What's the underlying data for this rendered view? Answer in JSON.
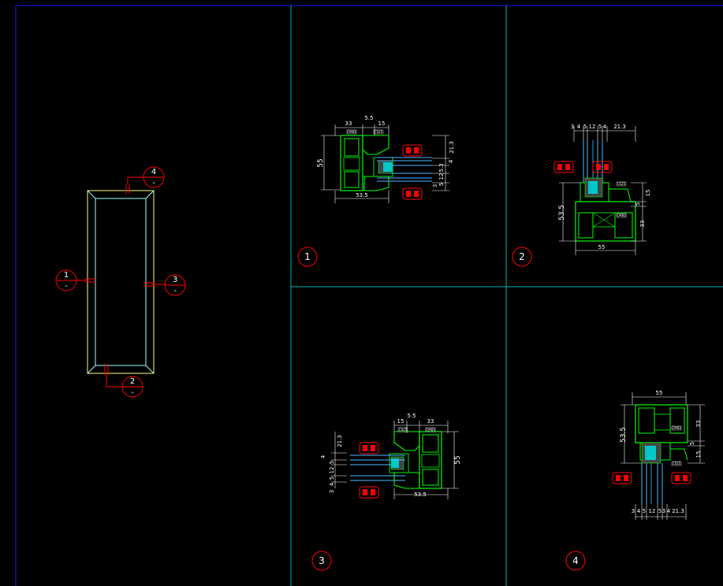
{
  "callouts": [
    {
      "number": "4",
      "sub": "-"
    },
    {
      "number": "1",
      "sub": "-"
    },
    {
      "number": "3",
      "sub": "-"
    },
    {
      "number": "2",
      "sub": "-"
    }
  ],
  "detail_labels": [
    "1",
    "2",
    "3",
    "4"
  ],
  "detail1": {
    "top_total": "33",
    "top_gap": "5.5",
    "top_right": "15",
    "left_height": "55",
    "bottom_total": "53.5",
    "right_stack": [
      "21.3",
      "4",
      "5.3",
      "12",
      "5",
      "3"
    ],
    "tags": [
      "CM83",
      "CS25"
    ]
  },
  "detail2": {
    "top_stack": [
      "3",
      "4",
      "5",
      "12",
      "5",
      "4",
      "21.3"
    ],
    "right_dims": [
      "15",
      "5",
      "33"
    ],
    "left_height": "53.5",
    "bottom_total": "55",
    "tags": [
      "CS25",
      "CM83"
    ]
  },
  "detail3": {
    "top_gap": "5.5",
    "top_left": "15",
    "top_total": "33",
    "right_height": "55",
    "bottom_total": "53.5",
    "left_stack": [
      "3",
      "4",
      "5",
      "12",
      "5",
      "4",
      "21.3"
    ],
    "tags": [
      "CS25",
      "CM83"
    ]
  },
  "detail4": {
    "top_total": "55",
    "left_height": "53.5",
    "right_dims": [
      "33",
      "5",
      "15"
    ],
    "bottom_stack": [
      "3",
      "4",
      "5",
      "12",
      "5",
      "3",
      "4",
      "21.3"
    ],
    "tags": [
      "CM83",
      "CS25"
    ]
  },
  "colors": {
    "background": "#000000",
    "frame": "#0000cc",
    "panel_lines": "#00b4b4",
    "callout": "#ff0000",
    "profile": "#00ff00",
    "glass": "#00ffff",
    "window_outer": "#ffff80",
    "window_inner": "#9fffff"
  }
}
